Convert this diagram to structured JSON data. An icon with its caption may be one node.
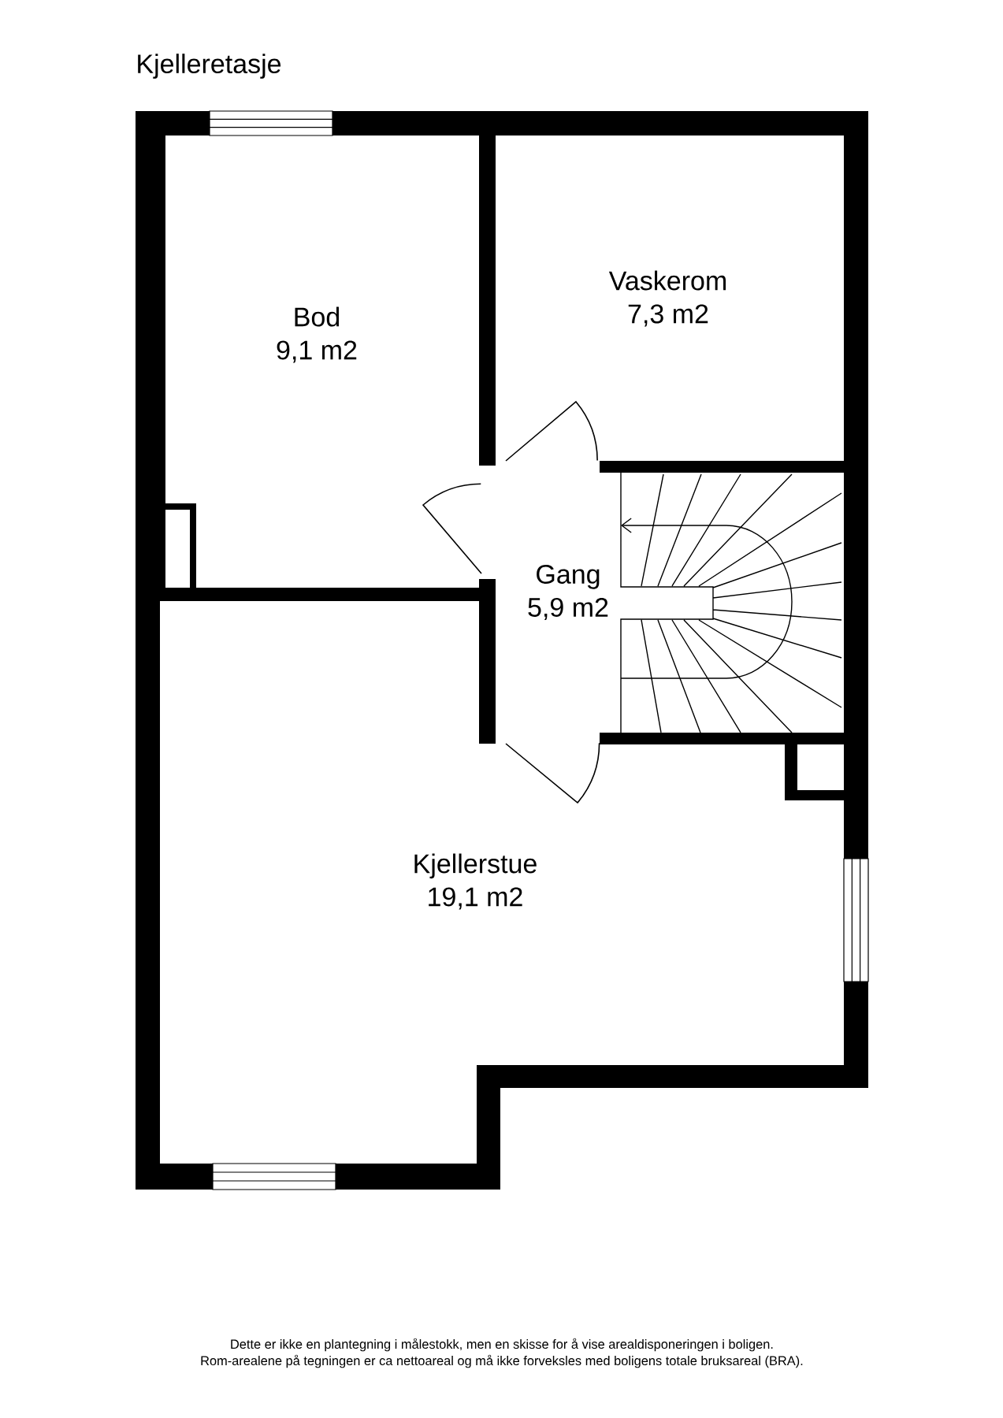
{
  "diagram": {
    "title": "Kjelleretasje",
    "nodes": [
      {
        "text": [
          "Bod",
          "9,1 m2"
        ]
      },
      {
        "text": [
          "Vaskerom",
          "7,3 m2"
        ]
      },
      {
        "text": [
          "Gang",
          "5,9 m2"
        ]
      },
      {
        "text": [
          "Kjellerstue",
          "19,1 m2"
        ]
      }
    ],
    "labels": [
      "Dette er ikke en plantegning i målestokk, men en skisse for å vise arealdisponeringen i boligen.",
      "Rom-arealene på tegningen er ca nettoareal og må ikke forveksles med boligens totale bruksareal (BRA)."
    ]
  }
}
